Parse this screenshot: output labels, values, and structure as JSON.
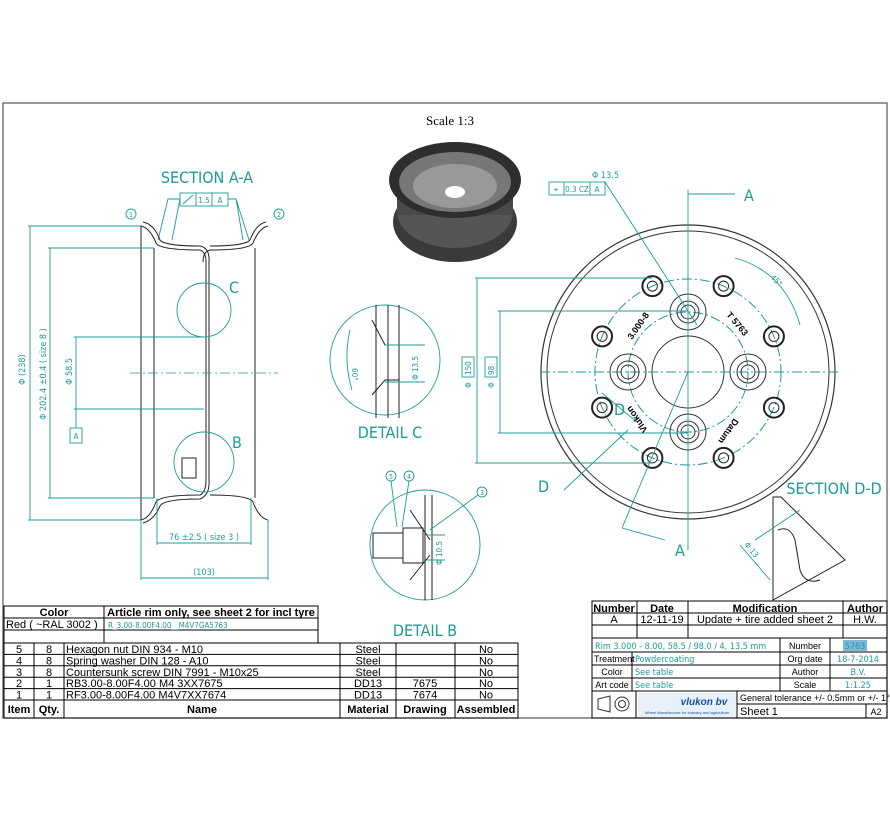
{
  "sheet": {
    "scale_title": "Scale 1:3",
    "accent_color": "#1f9a9a"
  },
  "section_aa": {
    "title": "SECTION A-A",
    "tolerance_frame": [
      "1.5",
      "A"
    ],
    "balloons": [
      "1",
      "2"
    ],
    "dims": {
      "outer": "Φ (238)",
      "bead": "Φ 202.4 ±0.4 ( size 8 )",
      "bore": "Φ 58.5",
      "width_inner": "76 ±2.5 ( size 3 )",
      "width_outer": "(103)",
      "datum": "A"
    },
    "detail_labels": [
      "C",
      "B"
    ]
  },
  "detail_c": {
    "title": "DETAIL C",
    "angle": "60°",
    "dia": "Φ 13.5"
  },
  "detail_b": {
    "title": "DETAIL B",
    "balloons": [
      "5",
      "4",
      "3"
    ],
    "dia": "Φ 10.5"
  },
  "front_view": {
    "hole_dia": "Φ 13.5",
    "position_frame": [
      "⌖",
      "0.3 CZ",
      "A"
    ],
    "section_label": "A",
    "section_d_label": "D",
    "pcd_150": "150",
    "pcd_98": "98",
    "dia_symbol": "Φ",
    "angle": "45°",
    "stamps": [
      "3.000-8",
      "T 5763",
      "Vlukon",
      "Datum"
    ]
  },
  "section_dd": {
    "title": "SECTION D-D",
    "dia": "Φ 13"
  },
  "color_table": {
    "headers": [
      "Color",
      "Article rim only, see sheet 2 for incl tyre"
    ],
    "rows": [
      [
        "Red ( ~RAL 3002 )",
        "R_3.00-8.00F4.00__M4V7GA5763"
      ],
      [
        "",
        ""
      ]
    ]
  },
  "bom": {
    "headers": [
      "Item",
      "Qty.",
      "Name",
      "Material",
      "Drawing",
      "Assembled"
    ],
    "rows": [
      [
        "5",
        "8",
        "Hexagon nut DIN 934 - M10",
        "Steel",
        "",
        "No"
      ],
      [
        "4",
        "8",
        "Spring washer DIN 128 - A10",
        "Steel",
        "",
        "No"
      ],
      [
        "3",
        "8",
        "Countersunk screw DIN 7991 - M10x25",
        "Steel",
        "",
        "No"
      ],
      [
        "2",
        "1",
        "RB3.00-8.00F4.00    M4  3XX7675",
        "DD13",
        "7675",
        "No"
      ],
      [
        "1",
        "1",
        "RF3.00-8.00F4.00    M4V7XX7674",
        "DD13",
        "7674",
        "No"
      ]
    ]
  },
  "revisions": {
    "headers": [
      "Number",
      "Date",
      "Modification",
      "Author"
    ],
    "rows": [
      [
        "A",
        "12-11-19",
        "Update + tire added sheet 2",
        "H.W."
      ],
      [
        "",
        "",
        "",
        ""
      ]
    ]
  },
  "title_block": {
    "description": "Rim 3.000 - 8.00,  58.5 / 98.0 / 4,  13.5 mm",
    "number_label": "Number",
    "number": "5763",
    "treatment_label": "Treatment",
    "treatment": "Powdercoating",
    "org_date_label": "Org date",
    "org_date": "18-7-2014",
    "color_label": "Color",
    "color": "See table",
    "author_label": "Author",
    "author": "B.V.",
    "art_code_label": "Art code",
    "art_code": "See table",
    "scale_label": "Scale",
    "scale": "1:1.25",
    "logo": "vlukon bv",
    "logo_tagline": "Wheel Manufacturer for industry and agriculture",
    "tolerance": "General tolerance +/- 0.5mm or +/- 1°",
    "sheet": "Sheet 1",
    "format": "A2"
  }
}
